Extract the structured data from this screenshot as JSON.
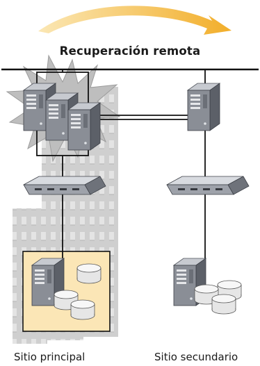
{
  "diagram": {
    "title": "Recuperación remota",
    "primary_site_label": "Sitio principal",
    "secondary_site_label": "Sitio secundario",
    "colors": {
      "arrow_start": "#fbe7b4",
      "arrow_end": "#f2ae2a",
      "building": "#cfcfcf",
      "building_window": "#e4e4e4",
      "burst": "#bebebe",
      "highlight_fill": "#fbe6b6",
      "line": "#111111",
      "server_front": "#8a8e96",
      "server_side": "#5c6068",
      "server_top": "#c7cad0",
      "disk": "#e6e6e6"
    },
    "icons": {
      "arrow": "curved-arrow-icon",
      "server": "server-tower-icon",
      "switch": "network-switch-icon",
      "storage": "disk-storage-icon",
      "disaster": "explosion-burst-icon",
      "building": "building-icon"
    }
  }
}
